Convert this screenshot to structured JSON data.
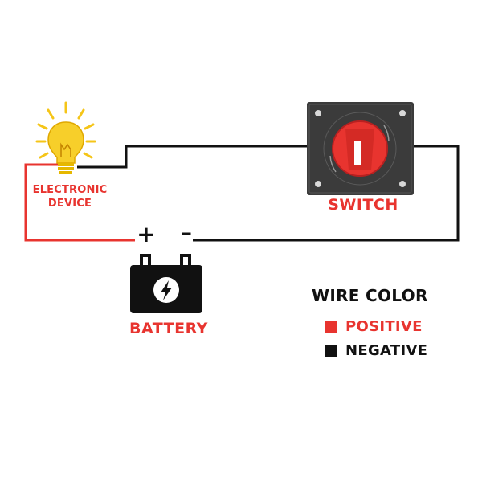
{
  "labels": {
    "device_line1": "ELECTRONIC",
    "device_line2": "DEVICE",
    "switch": "SWITCH",
    "battery": "BATTERY",
    "plus": "+",
    "minus": "–"
  },
  "legend": {
    "title": "WIRE COLOR",
    "items": [
      {
        "label": "POSITIVE",
        "color": "#e8342f"
      },
      {
        "label": "NEGATIVE",
        "color": "#111111"
      }
    ]
  },
  "colors": {
    "positive_wire": "#e8342f",
    "negative_wire": "#111111",
    "bulb_glow": "#f5c518",
    "knob": "#e8342f",
    "switch_plate": "#3b3b3b",
    "battery_body": "#111111"
  },
  "icons": [
    "light-bulb-icon",
    "battery-icon",
    "lightning-bolt-icon",
    "rotary-switch-icon"
  ]
}
